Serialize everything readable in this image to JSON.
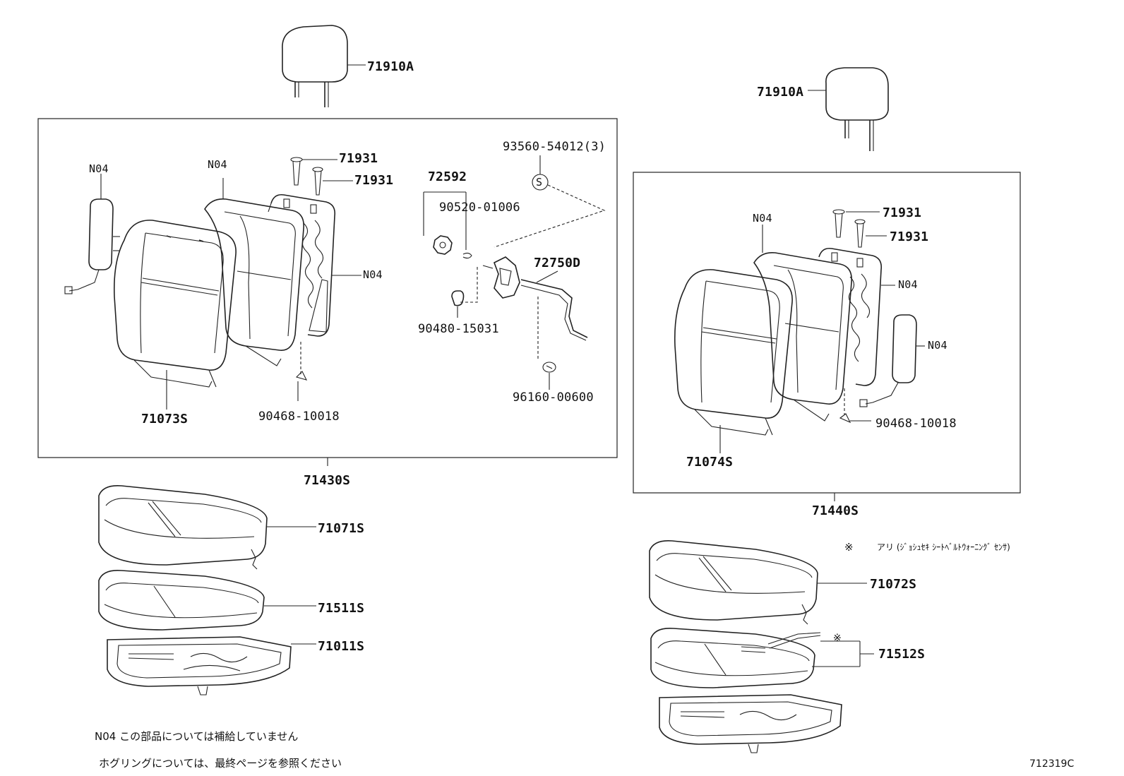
{
  "labels": {
    "headrest_left": "71910A",
    "headrest_right": "71910A",
    "n04_l1": "N04",
    "n04_l2": "N04",
    "n04_l3": "N04",
    "pin_l1": "71931",
    "pin_l2": "71931",
    "bolt_9356": "93560-54012(3)",
    "knob_72592": "72592",
    "clip_90520": "90520-01006",
    "recliner_72750": "72750D",
    "cover_71073": "71073S",
    "clip_90468_l": "90468-10018",
    "spacer_90480": "90480-15031",
    "cap_96160": "96160-00600",
    "assy_71430": "71430S",
    "cushion_cover_71071": "71071S",
    "pad_71511": "71511S",
    "frame_71011": "71011S",
    "n04_r1": "N04",
    "n04_r2": "N04",
    "n04_r3": "N04",
    "pin_r1": "71931",
    "pin_r2": "71931",
    "cover_71074": "71074S",
    "clip_90468_r": "90468-10018",
    "assy_71440": "71440S",
    "cushion_cover_71072": "71072S",
    "pad_71512": "71512S",
    "s_symbol": "S",
    "ref_mark": "※",
    "ref_mark_small": "※",
    "sensor_note": "アリ (ｼﾞｮｼｭｾｷ  ｼｰﾄﾍﾞﾙﾄｳｫｰﾆﾝｸﾞ ｾﾝｻ)",
    "note_n04": "N04 この部品については補給していません",
    "note_hog": "ホグリングについては、最終ページを参照ください",
    "diagram_id": "712319C"
  }
}
